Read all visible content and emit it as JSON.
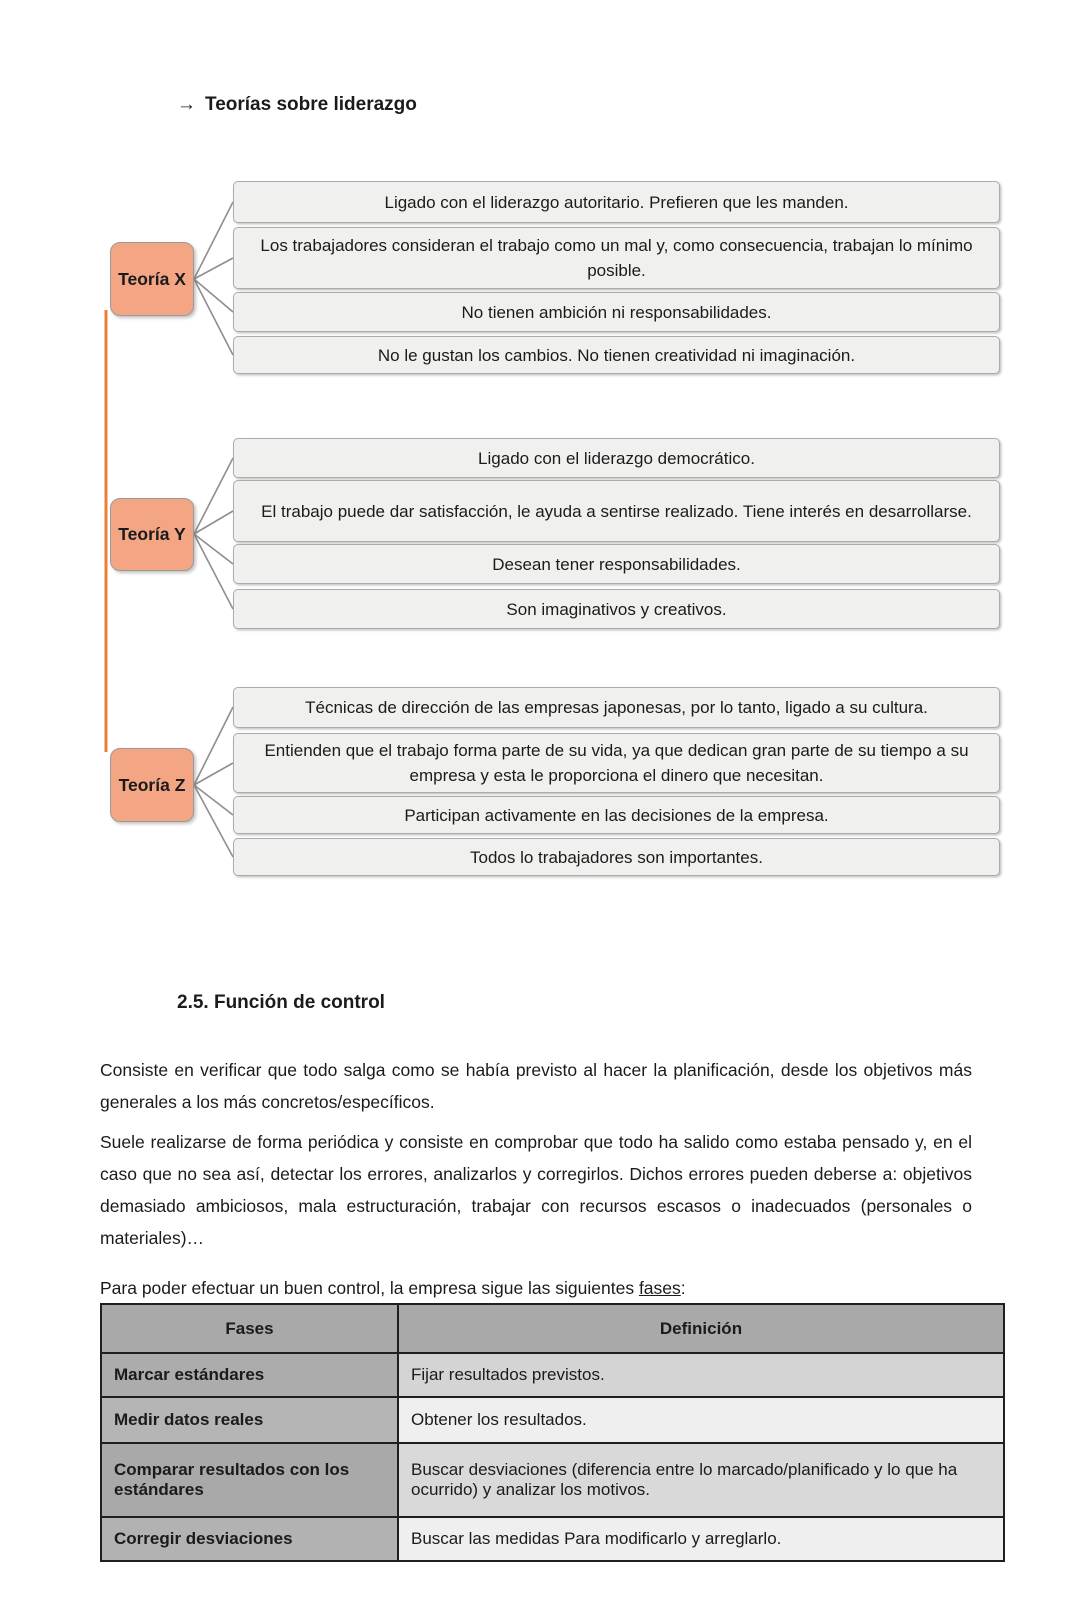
{
  "title": {
    "arrow": "→",
    "text": "Teorías sobre liderazgo"
  },
  "diagram": {
    "groups": [
      {
        "label": "Teoría X",
        "items": [
          "Ligado con el liderazgo autoritario. Prefieren que les manden.",
          "Los trabajadores consideran el trabajo como un mal y, como consecuencia, trabajan lo mínimo posible.",
          "No tienen ambición ni responsabilidades.",
          "No le gustan los cambios. No tienen creatividad ni imaginación."
        ]
      },
      {
        "label": "Teoría Y",
        "items": [
          "Ligado con el liderazgo democrático.",
          "El trabajo puede dar satisfacción, le ayuda a sentirse realizado. Tiene interés en desarrollarse.",
          "Desean tener responsabilidades.",
          "Son imaginativos y creativos."
        ]
      },
      {
        "label": "Teoría Z",
        "items": [
          "Técnicas de dirección de las empresas japonesas, por lo tanto, ligado a su cultura.",
          "Entienden que el trabajo forma parte de su vida, ya que dedican gran parte de su tiempo a su empresa y esta le proporciona el dinero que necesitan.",
          "Participan activamente en las decisiones de la empresa.",
          "Todos lo trabajadores son importantes."
        ]
      }
    ],
    "colors": {
      "label_fill": "#F4A583",
      "item_fill": "#F0F0EF",
      "connector_gray": "#8E8E8E",
      "spine_orange": "#E87F35"
    }
  },
  "section": {
    "heading": "2.5. Función de control",
    "paragraph1": "Consiste en verificar que todo salga como se había previsto al hacer la planificación, desde los objetivos más generales a los más concretos/específicos.",
    "paragraph2": "Suele realizarse de forma periódica y consiste en comprobar que todo ha salido como estaba pensado y, en el caso que no sea así, detectar los errores, analizarlos y corregirlos.  Dichos errores pueden deberse a: objetivos demasiado ambiciosos, mala estructuración, trabajar con recursos escasos o inadecuados (personales o materiales)…",
    "paragraph3": {
      "prefix": "Para poder efectuar un buen control, la empresa sigue las siguientes ",
      "underlined": "fases",
      "suffix": ":"
    }
  },
  "table": {
    "headers": [
      "Fases",
      "Definición"
    ],
    "rows": [
      {
        "fase": "Marcar estándares",
        "definicion": "Fijar resultados previstos."
      },
      {
        "fase": "Medir datos reales",
        "definicion": "Obtener los resultados."
      },
      {
        "fase": "Comparar resultados con los estándares",
        "definicion": "Buscar desviaciones (diferencia entre lo marcado/planificado y lo que ha ocurrido) y analizar los motivos."
      },
      {
        "fase": "Corregir desviaciones",
        "definicion": "Buscar las medidas Para modificarlo y arreglarlo."
      }
    ]
  }
}
